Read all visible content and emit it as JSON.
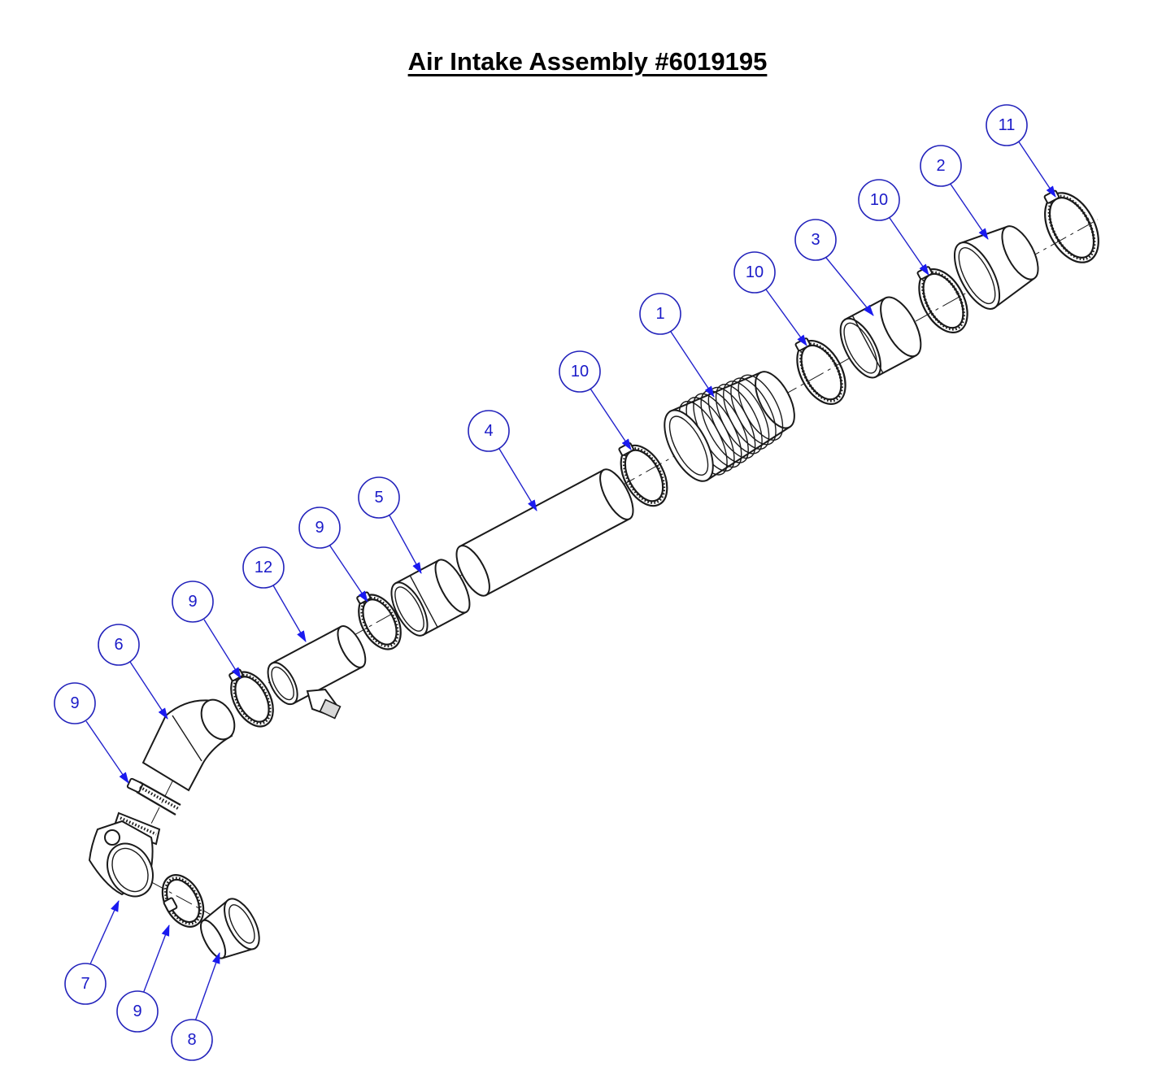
{
  "title": "Air Intake Assembly #6019195",
  "callouts": [
    "11",
    "2",
    "10",
    "3",
    "10",
    "1",
    "10",
    "4",
    "5",
    "9",
    "12",
    "9",
    "6",
    "9",
    "7",
    "9",
    "8"
  ],
  "colors": {
    "callout": "#2222cc",
    "arrow": "#1a1af0",
    "line": "#1a1a1a",
    "background": "#ffffff"
  }
}
